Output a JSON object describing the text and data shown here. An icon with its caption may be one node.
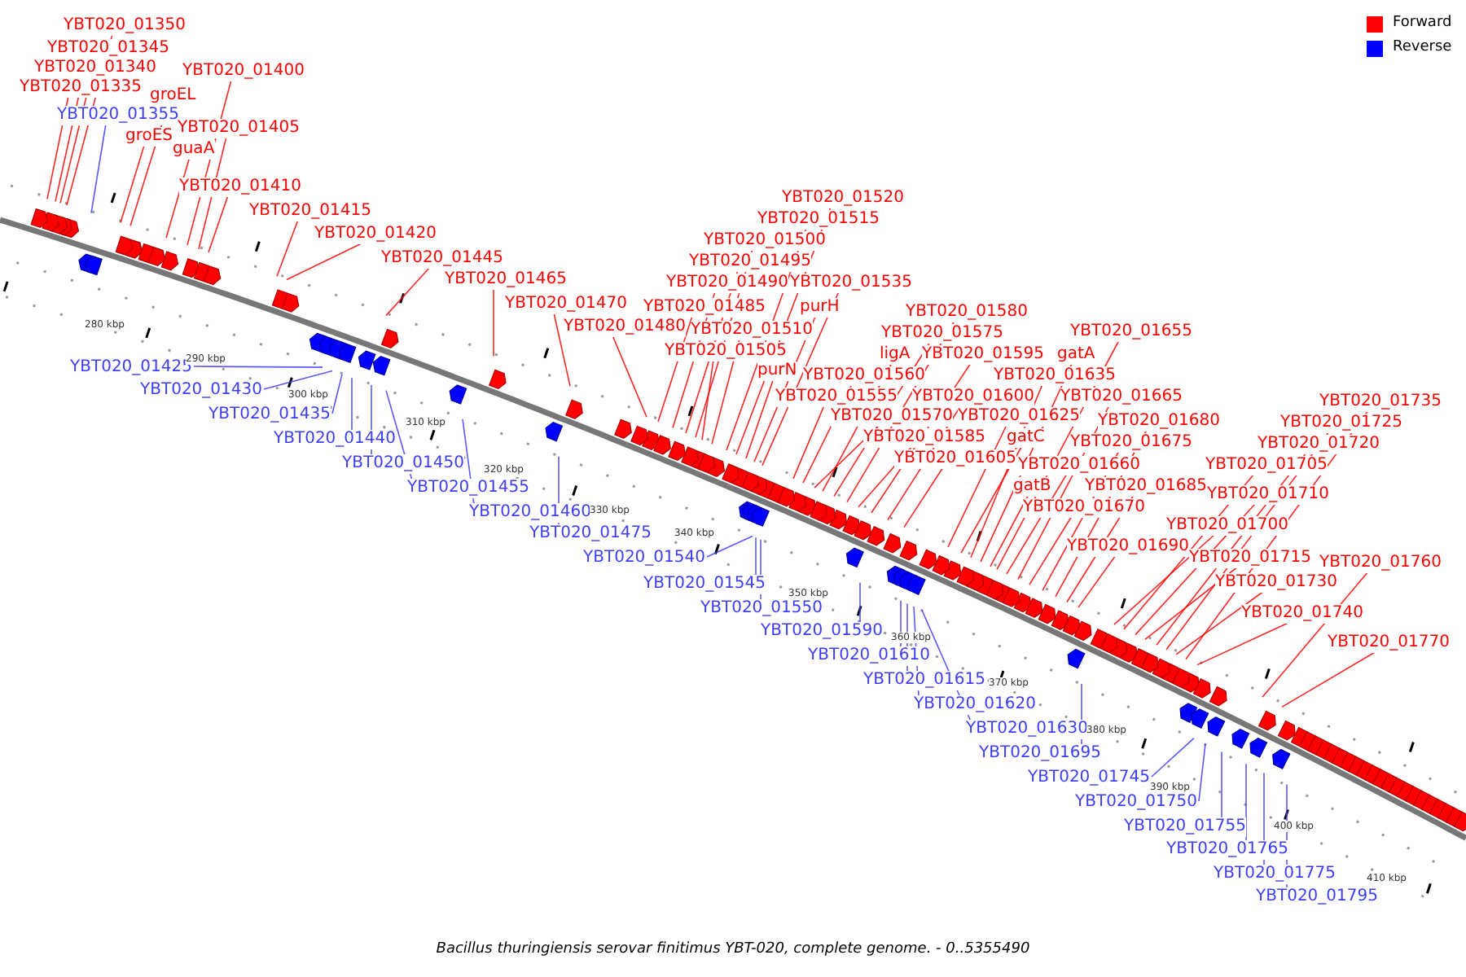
{
  "diagram": {
    "caption": "Bacillus thuringiensis serovar finitimus YBT-020, complete genome. - 0..5355490",
    "nodes": [
      {
        "text": [
          "YBT020_01350"
        ]
      },
      {
        "text": [
          "YBT020_01345"
        ]
      },
      {
        "text": [
          "YBT020_01340"
        ]
      },
      {
        "text": [
          "YBT020_01335"
        ]
      },
      {
        "text": [
          "groEL"
        ]
      },
      {
        "text": [
          "YBT020_01355"
        ]
      },
      {
        "text": [
          "groES"
        ]
      },
      {
        "text": [
          "YBT020_01400"
        ]
      },
      {
        "text": [
          "YBT020_01405"
        ]
      },
      {
        "text": [
          "guaA"
        ]
      },
      {
        "text": [
          "YBT020_01410"
        ]
      },
      {
        "text": [
          "YBT020_01415"
        ]
      },
      {
        "text": [
          "YBT020_01420"
        ]
      },
      {
        "text": [
          "YBT020_01445"
        ]
      },
      {
        "text": [
          "YBT020_01465"
        ]
      },
      {
        "text": [
          "YBT020_01470"
        ]
      },
      {
        "text": [
          "YBT020_01480"
        ]
      },
      {
        "text": [
          "YBT020_01485"
        ]
      },
      {
        "text": [
          "YBT020_01520"
        ]
      },
      {
        "text": [
          "YBT020_01515"
        ]
      },
      {
        "text": [
          "YBT020_01500"
        ]
      },
      {
        "text": [
          "YBT020_01495"
        ]
      },
      {
        "text": [
          "YBT020_01490"
        ]
      },
      {
        "text": [
          "YBT020_01535"
        ]
      },
      {
        "text": [
          "purH"
        ]
      },
      {
        "text": [
          "YBT020_01510"
        ]
      },
      {
        "text": [
          "YBT020_01505"
        ]
      },
      {
        "text": [
          "purN"
        ]
      },
      {
        "text": [
          "YBT020_01560"
        ]
      },
      {
        "text": [
          "YBT020_01555"
        ]
      },
      {
        "text": [
          "YBT020_01580"
        ]
      },
      {
        "text": [
          "YBT020_01575"
        ]
      },
      {
        "text": [
          "ligA"
        ]
      },
      {
        "text": [
          "YBT020_01595"
        ]
      },
      {
        "text": [
          "gatA"
        ]
      },
      {
        "text": [
          "YBT020_01655"
        ]
      },
      {
        "text": [
          "YBT020_01635"
        ]
      },
      {
        "text": [
          "YBT020_01600"
        ]
      },
      {
        "text": [
          "YBT020_01665"
        ]
      },
      {
        "text": [
          "YBT020_01570"
        ]
      },
      {
        "text": [
          "YBT020_01625"
        ]
      },
      {
        "text": [
          "YBT020_01680"
        ]
      },
      {
        "text": [
          "YBT020_01585"
        ]
      },
      {
        "text": [
          "gatC"
        ]
      },
      {
        "text": [
          "YBT020_01675"
        ]
      },
      {
        "text": [
          "YBT020_01605"
        ]
      },
      {
        "text": [
          "YBT020_01660"
        ]
      },
      {
        "text": [
          "gatB"
        ]
      },
      {
        "text": [
          "YBT020_01685"
        ]
      },
      {
        "text": [
          "YBT020_01670"
        ]
      },
      {
        "text": [
          "YBT020_01690"
        ]
      },
      {
        "text": [
          "YBT020_01735"
        ]
      },
      {
        "text": [
          "YBT020_01725"
        ]
      },
      {
        "text": [
          "YBT020_01720"
        ]
      },
      {
        "text": [
          "YBT020_01705"
        ]
      },
      {
        "text": [
          "YBT020_01710"
        ]
      },
      {
        "text": [
          "YBT020_01700"
        ]
      },
      {
        "text": [
          "YBT020_01715"
        ]
      },
      {
        "text": [
          "YBT020_01730"
        ]
      },
      {
        "text": [
          "YBT020_01740"
        ]
      },
      {
        "text": [
          "YBT020_01760"
        ]
      },
      {
        "text": [
          "YBT020_01770"
        ]
      },
      {
        "text": [
          "YBT020_01425"
        ]
      },
      {
        "text": [
          "YBT020_01430"
        ]
      },
      {
        "text": [
          "YBT020_01435"
        ]
      },
      {
        "text": [
          "YBT020_01440"
        ]
      },
      {
        "text": [
          "YBT020_01450"
        ]
      },
      {
        "text": [
          "YBT020_01455"
        ]
      },
      {
        "text": [
          "YBT020_01460"
        ]
      },
      {
        "text": [
          "YBT020_01475"
        ]
      },
      {
        "text": [
          "YBT020_01540"
        ]
      },
      {
        "text": [
          "YBT020_01545"
        ]
      },
      {
        "text": [
          "YBT020_01550"
        ]
      },
      {
        "text": [
          "YBT020_01590"
        ]
      },
      {
        "text": [
          "YBT020_01610"
        ]
      },
      {
        "text": [
          "YBT020_01615"
        ]
      },
      {
        "text": [
          "YBT020_01620"
        ]
      },
      {
        "text": [
          "YBT020_01630"
        ]
      },
      {
        "text": [
          "YBT020_01695"
        ]
      },
      {
        "text": [
          "YBT020_01745"
        ]
      },
      {
        "text": [
          "YBT020_01750"
        ]
      },
      {
        "text": [
          "YBT020_01755"
        ]
      },
      {
        "text": [
          "YBT020_01765"
        ]
      },
      {
        "text": [
          "YBT020_01775"
        ]
      },
      {
        "text": [
          "YBT020_01795"
        ]
      }
    ],
    "edges": [
      {
        "from": 0,
        "to": null,
        "arrow": "none"
      },
      {
        "from": 1,
        "to": null,
        "arrow": "none"
      },
      {
        "from": 2,
        "to": null,
        "arrow": "none"
      },
      {
        "from": 3,
        "to": null,
        "arrow": "none"
      },
      {
        "from": 4,
        "to": null,
        "arrow": "none"
      },
      {
        "from": 5,
        "to": null,
        "arrow": "none",
        "color": "#3c3cff"
      },
      {
        "from": 6,
        "to": null,
        "arrow": "none"
      },
      {
        "from": 7,
        "to": null,
        "arrow": "none"
      },
      {
        "from": 8,
        "to": null,
        "arrow": "none"
      },
      {
        "from": 9,
        "to": null,
        "arrow": "none"
      },
      {
        "from": 10,
        "to": null,
        "arrow": "none"
      },
      {
        "from": 11,
        "to": null,
        "arrow": "none"
      },
      {
        "from": 12,
        "to": null,
        "arrow": "none"
      },
      {
        "from": 13,
        "to": null,
        "arrow": "none"
      },
      {
        "from": 14,
        "to": null,
        "arrow": "none"
      },
      {
        "from": 15,
        "to": null,
        "arrow": "none"
      },
      {
        "from": 16,
        "to": null,
        "arrow": "none"
      },
      {
        "from": 17,
        "to": null,
        "arrow": "none"
      },
      {
        "from": 18,
        "to": null,
        "arrow": "none"
      },
      {
        "from": 19,
        "to": null,
        "arrow": "none"
      },
      {
        "from": 20,
        "to": null,
        "arrow": "none"
      },
      {
        "from": 21,
        "to": null,
        "arrow": "none"
      },
      {
        "from": 22,
        "to": null,
        "arrow": "none"
      },
      {
        "from": 23,
        "to": null,
        "arrow": "none"
      },
      {
        "from": 24,
        "to": null,
        "arrow": "none"
      },
      {
        "from": 25,
        "to": null,
        "arrow": "none"
      },
      {
        "from": 26,
        "to": null,
        "arrow": "none"
      },
      {
        "from": 27,
        "to": null,
        "arrow": "none"
      },
      {
        "from": 28,
        "to": null,
        "arrow": "none"
      },
      {
        "from": 29,
        "to": null,
        "arrow": "none"
      },
      {
        "from": 30,
        "to": null,
        "arrow": "none"
      },
      {
        "from": 31,
        "to": null,
        "arrow": "none"
      },
      {
        "from": 32,
        "to": null,
        "arrow": "none"
      },
      {
        "from": 33,
        "to": null,
        "arrow": "none"
      },
      {
        "from": 34,
        "to": null,
        "arrow": "none"
      },
      {
        "from": 35,
        "to": null,
        "arrow": "none"
      },
      {
        "from": 36,
        "to": null,
        "arrow": "none"
      },
      {
        "from": 37,
        "to": null,
        "arrow": "none"
      },
      {
        "from": 38,
        "to": null,
        "arrow": "none"
      },
      {
        "from": 39,
        "to": null,
        "arrow": "none"
      },
      {
        "from": 40,
        "to": null,
        "arrow": "none"
      },
      {
        "from": 41,
        "to": null,
        "arrow": "none"
      },
      {
        "from": 42,
        "to": null,
        "arrow": "none"
      },
      {
        "from": 43,
        "to": null,
        "arrow": "none"
      },
      {
        "from": 44,
        "to": null,
        "arrow": "none"
      },
      {
        "from": 45,
        "to": null,
        "arrow": "none"
      },
      {
        "from": 46,
        "to": null,
        "arrow": "none"
      },
      {
        "from": 47,
        "to": null,
        "arrow": "none"
      },
      {
        "from": 48,
        "to": null,
        "arrow": "none"
      },
      {
        "from": 49,
        "to": null,
        "arrow": "none"
      },
      {
        "from": 50,
        "to": null,
        "arrow": "none"
      },
      {
        "from": 51,
        "to": null,
        "arrow": "none"
      },
      {
        "from": 52,
        "to": null,
        "arrow": "none"
      },
      {
        "from": 53,
        "to": null,
        "arrow": "none"
      },
      {
        "from": 54,
        "to": null,
        "arrow": "none"
      },
      {
        "from": 55,
        "to": null,
        "arrow": "none"
      },
      {
        "from": 56,
        "to": null,
        "arrow": "none"
      },
      {
        "from": 57,
        "to": null,
        "arrow": "none"
      },
      {
        "from": 58,
        "to": null,
        "arrow": "none"
      },
      {
        "from": 59,
        "to": null,
        "arrow": "none"
      },
      {
        "from": 60,
        "to": null,
        "arrow": "none"
      },
      {
        "from": 61,
        "to": null,
        "arrow": "none"
      },
      {
        "from": 62,
        "to": null,
        "arrow": "none",
        "color": "#3c3cff"
      },
      {
        "from": 63,
        "to": null,
        "arrow": "none",
        "color": "#3c3cff"
      },
      {
        "from": 64,
        "to": null,
        "arrow": "none",
        "color": "#3c3cff"
      },
      {
        "from": 65,
        "to": null,
        "arrow": "none",
        "color": "#3c3cff"
      },
      {
        "from": 66,
        "to": null,
        "arrow": "none",
        "color": "#3c3cff"
      },
      {
        "from": 67,
        "to": null,
        "arrow": "none",
        "color": "#3c3cff"
      },
      {
        "from": 68,
        "to": null,
        "arrow": "none",
        "color": "#3c3cff"
      },
      {
        "from": 69,
        "to": null,
        "arrow": "none",
        "color": "#3c3cff"
      },
      {
        "from": 70,
        "to": null,
        "arrow": "none",
        "color": "#3c3cff"
      },
      {
        "from": 71,
        "to": null,
        "arrow": "none",
        "color": "#3c3cff"
      },
      {
        "from": 72,
        "to": null,
        "arrow": "none",
        "color": "#3c3cff"
      },
      {
        "from": 73,
        "to": null,
        "arrow": "none",
        "color": "#3c3cff"
      },
      {
        "from": 74,
        "to": null,
        "arrow": "none",
        "color": "#3c3cff"
      },
      {
        "from": 75,
        "to": null,
        "arrow": "none",
        "color": "#3c3cff"
      },
      {
        "from": 76,
        "to": null,
        "arrow": "none",
        "color": "#3c3cff"
      },
      {
        "from": 77,
        "to": null,
        "arrow": "none",
        "color": "#3c3cff"
      },
      {
        "from": 78,
        "to": null,
        "arrow": "none",
        "color": "#3c3cff"
      },
      {
        "from": 79,
        "to": null,
        "arrow": "none",
        "color": "#3c3cff"
      },
      {
        "from": 80,
        "to": null,
        "arrow": "none",
        "color": "#3c3cff"
      },
      {
        "from": 81,
        "to": null,
        "arrow": "none",
        "color": "#3c3cff"
      },
      {
        "from": 82,
        "to": null,
        "arrow": "none",
        "color": "#3c3cff"
      },
      {
        "from": 83,
        "to": null,
        "arrow": "none",
        "color": "#3c3cff"
      },
      {
        "from": 84,
        "to": null,
        "arrow": "none",
        "color": "#3c3cff"
      }
    ],
    "labels": [
      "280 kbp",
      "290 kbp",
      "300 kbp",
      "310 kbp",
      "320 kbp",
      "330 kbp",
      "340 kbp",
      "350 kbp",
      "360 kbp",
      "370 kbp",
      "380 kbp",
      "390 kbp",
      "400 kbp",
      "410 kbp"
    ],
    "legend": [
      {
        "text": "Forward",
        "color": "#ff0000"
      },
      {
        "text": "Reverse",
        "color": "#0000ff"
      }
    ]
  }
}
